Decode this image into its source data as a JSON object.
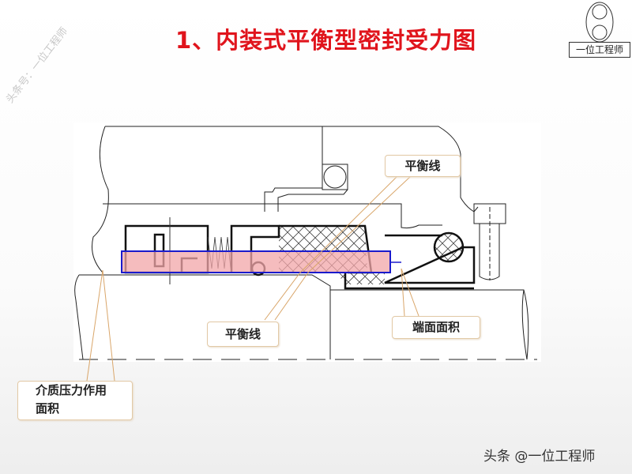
{
  "title": "1、内装式平衡型密封受力图",
  "watermark": "头条号：一位工程师",
  "logo": {
    "text": "一位工程师"
  },
  "labels": {
    "balance_line_top": "平衡线",
    "balance_line_bottom": "平衡线",
    "face_area": "端面面积",
    "medium_pressure_area": "介质压力作用面积"
  },
  "footer": "头条 @一位工程师",
  "colors": {
    "title": "#e0141c",
    "highlight_fill": "#f2a5a8",
    "highlight_border": "#1a1acc",
    "leader": "#d9a66a"
  }
}
